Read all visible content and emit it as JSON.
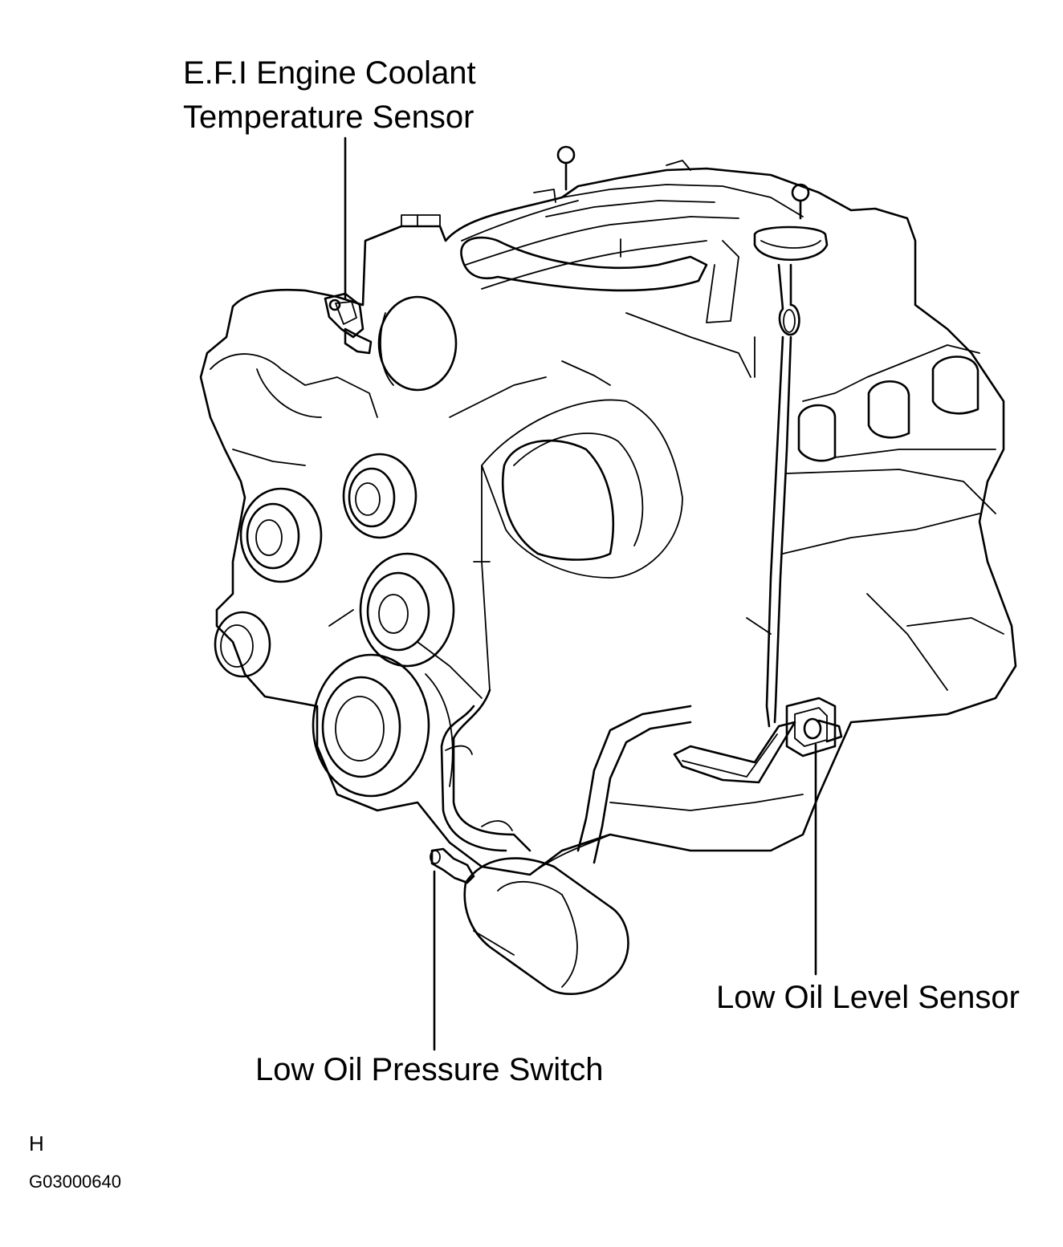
{
  "labels": {
    "coolant_line1": "E.F.I Engine Coolant",
    "coolant_line2": "Temperature Sensor",
    "oil_level": "Low Oil Level Sensor",
    "oil_pressure": "Low Oil Pressure Switch"
  },
  "corner": {
    "letter": "H",
    "code": "G03000640"
  }
}
